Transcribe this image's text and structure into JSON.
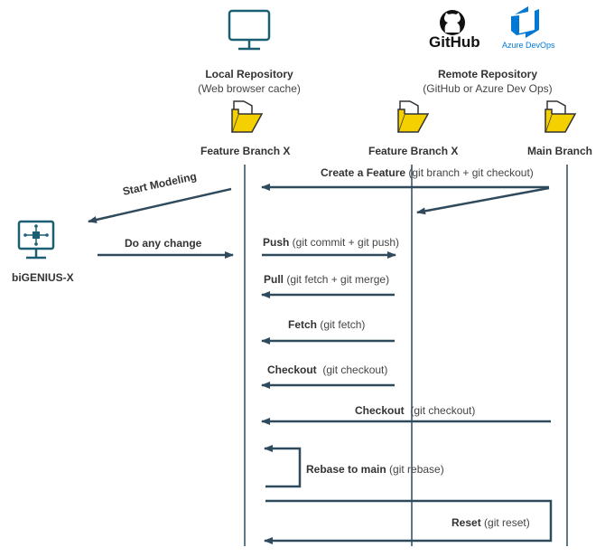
{
  "colors": {
    "arrow": "#2f4a5c",
    "folder_fill": "#f5d000",
    "folder_stroke": "#333333",
    "monitor": "#1b5f73",
    "azure": "#0078d4"
  },
  "icons": {
    "local_monitor": "monitor-icon",
    "github": "github-logo",
    "azure": "azure-devops-logo",
    "folder": "folder-icon",
    "bigenius": "bigenius-monitor-icon"
  },
  "logos": {
    "github_text": "GitHub",
    "azure_text": "Azure DevOps"
  },
  "headers": {
    "local_title": "Local Repository",
    "local_sub": "(Web browser cache)",
    "remote_title": "Remote Repository",
    "remote_sub": "(GitHub or Azure Dev Ops)"
  },
  "lanes": {
    "local_feature": "Feature Branch X",
    "remote_feature": "Feature Branch X",
    "main": "Main Branch"
  },
  "actor": {
    "name": "biGENIUS-X"
  },
  "steps": {
    "create_feature": {
      "bold": "Create a Feature",
      "detail": "(git branch + git checkout)"
    },
    "start_modeling": {
      "bold": "Start Modeling"
    },
    "do_change": {
      "bold": "Do any change"
    },
    "push": {
      "bold": "Push",
      "detail": " (git commit + git push)"
    },
    "pull": {
      "bold": "Pull",
      "detail": " (git fetch + git merge)"
    },
    "fetch": {
      "bold": "Fetch",
      "detail": " (git fetch)"
    },
    "checkout_local": {
      "bold": "Checkout",
      "detail": "  (git checkout)"
    },
    "checkout_main": {
      "bold": "Checkout",
      "detail": "  (git checkout)"
    },
    "rebase": {
      "bold": "Rebase to main",
      "detail": " (git rebase)"
    },
    "reset": {
      "bold": "Reset",
      "detail": " (git reset)"
    }
  }
}
